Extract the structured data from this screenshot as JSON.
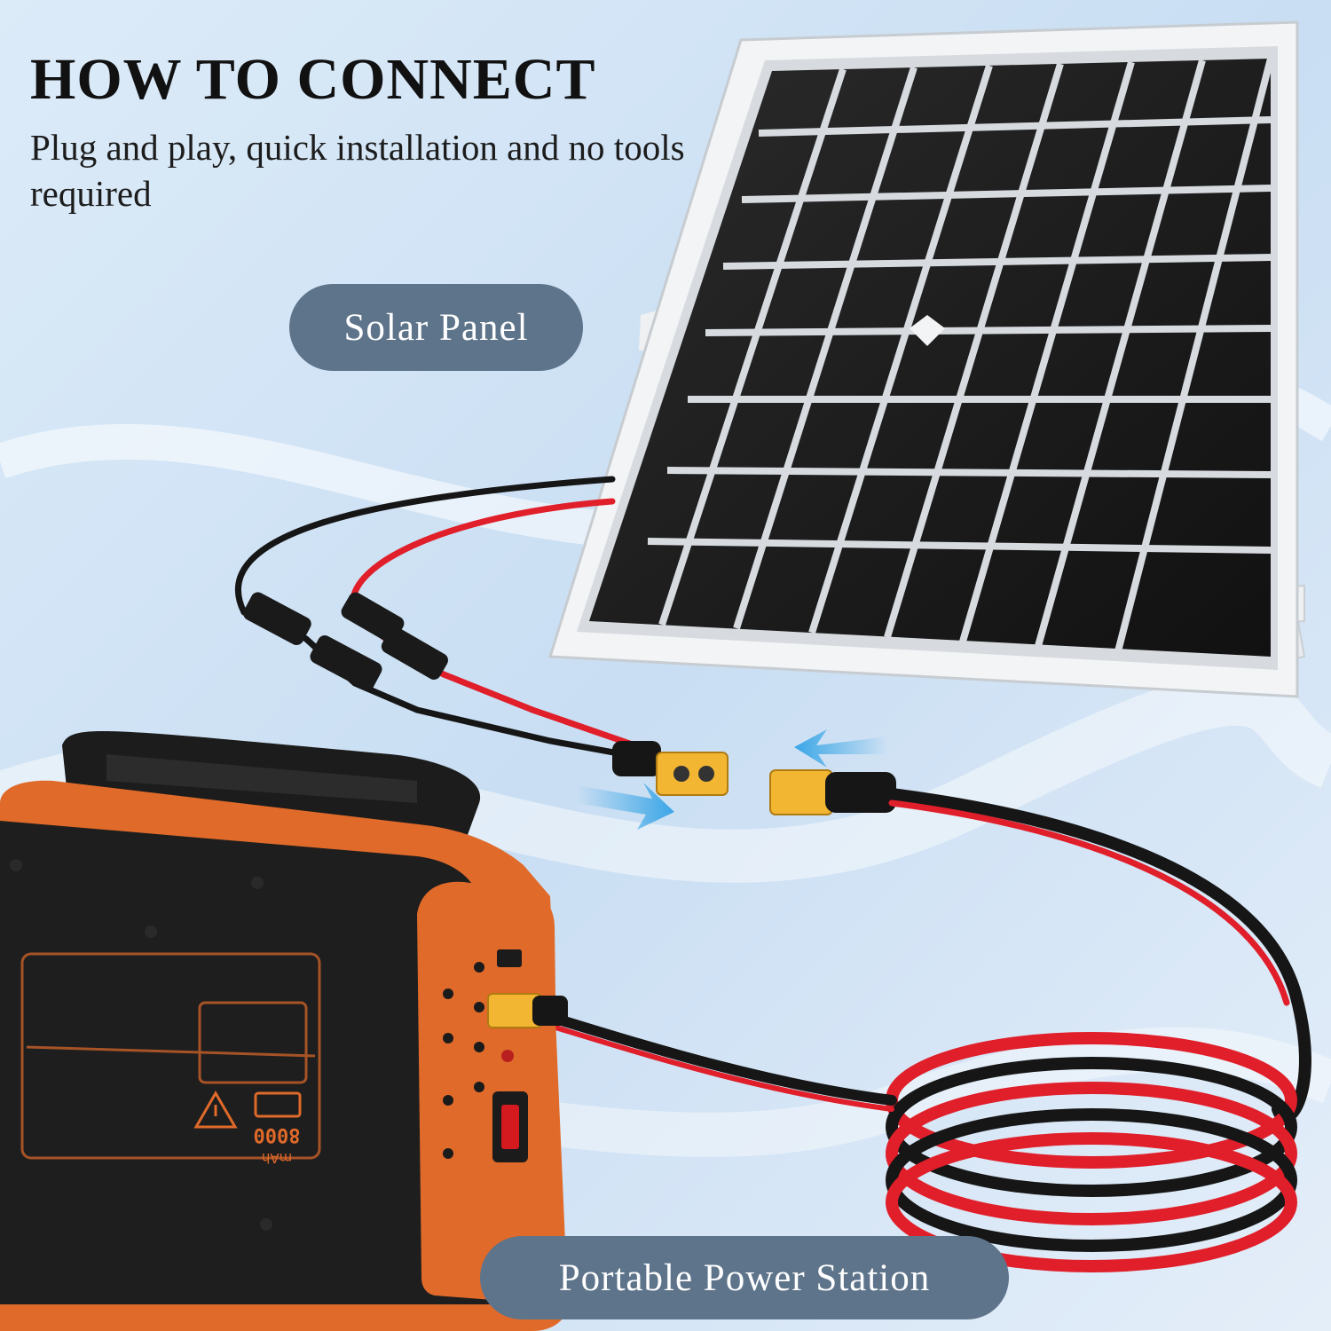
{
  "header": {
    "title": "HOW TO CONNECT",
    "subtitle": "Plug and play, quick installation and no tools required"
  },
  "labels": {
    "solar_panel": "Solar Panel",
    "power_station": "Portable Power Station"
  },
  "device": {
    "capacity_number": "8000",
    "capacity_unit": "mAh"
  },
  "colors": {
    "background": "#dbe9f6",
    "pill": "#5e748b",
    "station_orange": "#e06a2a",
    "connector_yellow": "#f2b632",
    "cable_red": "#e01f2a",
    "cable_black": "#161616",
    "arrow_blue": "#3aa6e6"
  },
  "icons": [
    "arrow-right-icon",
    "arrow-left-icon",
    "warning-icon",
    "battery-icon"
  ]
}
